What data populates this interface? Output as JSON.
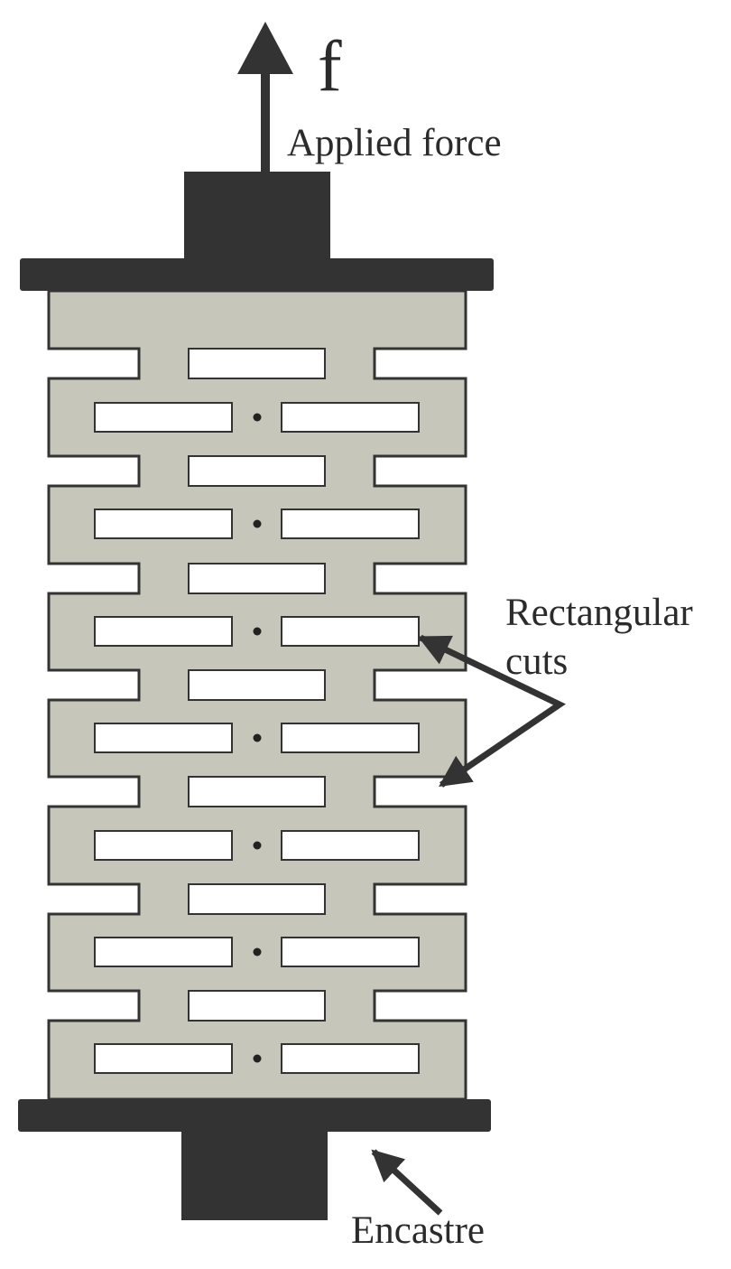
{
  "labels": {
    "force_symbol": "f",
    "applied_force": "Applied force",
    "rect_cuts_line1": "Rectangular",
    "rect_cuts_line2": "cuts",
    "encastre": "Encastre"
  },
  "colors": {
    "body_fill": "#c6c6ba",
    "outline": "#333333",
    "dark": "#333333",
    "cut_fill": "#ffffff",
    "text": "#2b2b2b"
  }
}
